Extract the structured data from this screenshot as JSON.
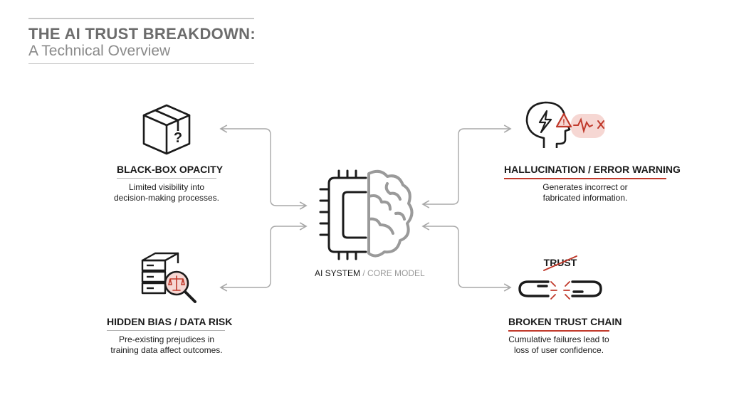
{
  "header": {
    "title": "THE AI TRUST BREAKDOWN:",
    "subtitle": "A Technical Overview"
  },
  "center": {
    "label_strong": "AI SYSTEM",
    "separator": " / ",
    "label_soft": "CORE MODEL",
    "icon": "chip-brain-icon"
  },
  "nodes": {
    "black_box": {
      "title": "BLACK-BOX OPACITY",
      "desc_line1": "Limited visibility into",
      "desc_line2": "decision-making processes.",
      "icon": "box-question-icon",
      "glyph": "?"
    },
    "hidden_bias": {
      "title": "HIDDEN BIAS / DATA RISK",
      "desc_line1": "Pre-existing prejudices in",
      "desc_line2": "training data affect outcomes.",
      "icon": "database-scale-magnifier-icon"
    },
    "hallucination": {
      "title": "HALLUCINATION / ERROR WARNING",
      "desc_line1": "Generates incorrect or",
      "desc_line2": "fabricated information.",
      "icon": "head-warning-signal-icon",
      "glyph": "!"
    },
    "broken_trust": {
      "title": "BROKEN TRUST CHAIN",
      "desc_line1": "Cumulative failures lead to",
      "desc_line2": "loss of user confidence.",
      "icon": "broken-chain-icon",
      "icon_word": "TRUST"
    }
  },
  "colors": {
    "accent": "#c0392b",
    "accent_soft": "#f6d7d3",
    "ink": "#1b1b1b",
    "muted": "#9a9a9a",
    "connector": "#a8a8a8"
  }
}
